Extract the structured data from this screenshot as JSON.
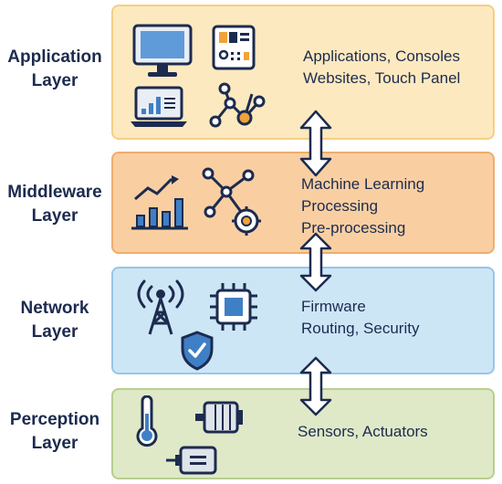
{
  "layers": [
    {
      "title_line1": "Application",
      "title_line2": "Layer",
      "items": [
        "Applications, Consoles",
        "Websites, Touch Panel"
      ]
    },
    {
      "title_line1": "Middleware",
      "title_line2": "Layer",
      "items": [
        "Machine Learning",
        "Processing",
        "Pre-processing"
      ]
    },
    {
      "title_line1": "Network",
      "title_line2": "Layer",
      "items": [
        "Firmware",
        "Routing, Security"
      ]
    },
    {
      "title_line1": "Perception",
      "title_line2": "Layer",
      "items": [
        "Sensors, Actuators"
      ]
    }
  ],
  "colors": {
    "application": "#fde9bf",
    "middleware": "#f9cfa2",
    "network": "#cde6f6",
    "perception": "#dfe9c7",
    "ink": "#1c2b4f",
    "accent_blue": "#3f7fc6",
    "accent_orange": "#f2a23a"
  },
  "icons": {
    "application": [
      "desktop-monitor-icon",
      "dashboard-panel-icon",
      "laptop-chart-icon",
      "node-graph-icon"
    ],
    "middleware": [
      "bar-chart-trend-icon",
      "network-gear-icon"
    ],
    "network": [
      "radio-tower-icon",
      "chip-icon",
      "shield-check-icon"
    ],
    "perception": [
      "thermometer-icon",
      "motor-actuator-icon",
      "sensor-module-icon"
    ],
    "connectors": [
      "double-arrow-icon"
    ]
  }
}
